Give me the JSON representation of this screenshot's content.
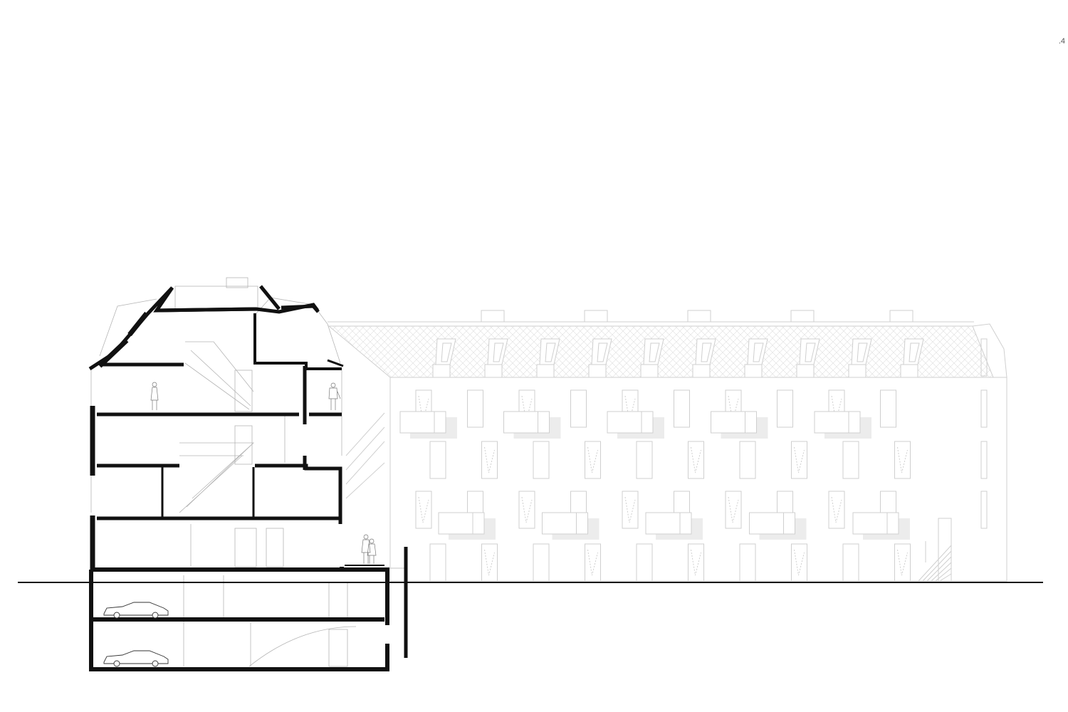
{
  "sheet": {
    "label": ".4"
  },
  "colors": {
    "cut_line": "#111111",
    "elevation_line": "#cfcfcf",
    "interior_line": "#b5b5b5",
    "shadow": "#ececec",
    "paper": "#ffffff"
  },
  "drawing": {
    "type": "building-section-and-elevation",
    "section_floor_count": 5,
    "basement_level_count": 2,
    "elevation_dormer_count": 10,
    "elevation_window_columns": 10,
    "elevation_balcony_rows": 2,
    "parked_car_count": 2
  }
}
